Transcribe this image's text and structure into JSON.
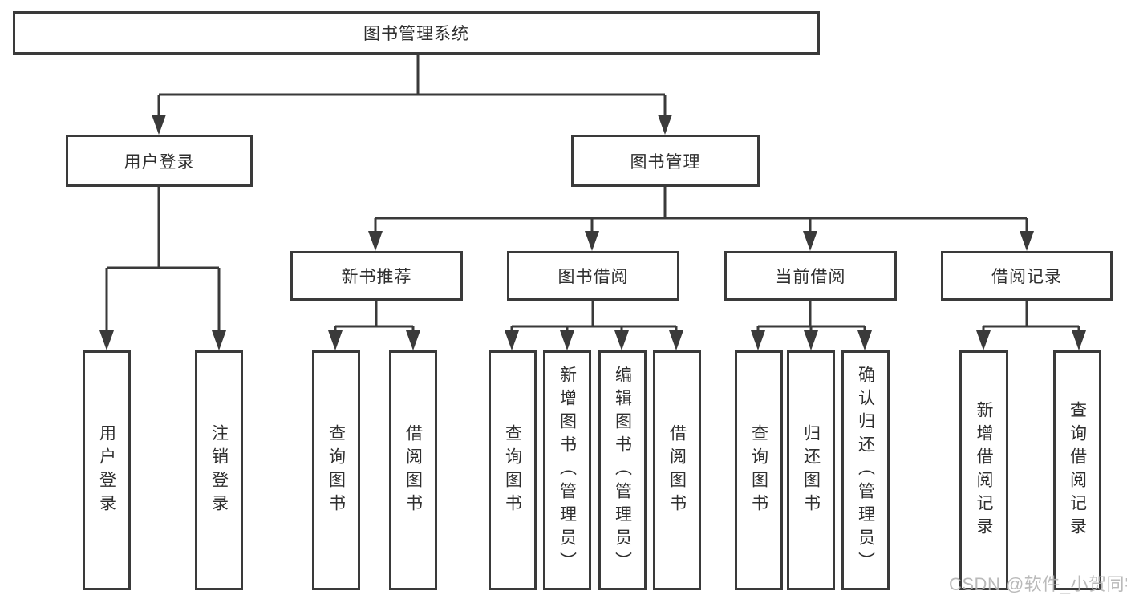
{
  "diagram": {
    "title": "图书管理系统",
    "root": {
      "label": "图书管理系统"
    },
    "level2": {
      "user_login": {
        "label": "用户登录"
      },
      "book_management": {
        "label": "图书管理"
      }
    },
    "level3": {
      "new_book_recommend": {
        "label": "新书推荐"
      },
      "book_borrow": {
        "label": "图书借阅"
      },
      "current_borrow": {
        "label": "当前借阅"
      },
      "borrow_records": {
        "label": "借阅记录"
      }
    },
    "leaves": {
      "user_login_leaf": {
        "label": "用户登录"
      },
      "logout": {
        "label": "注销登录"
      },
      "query_books_recommend": {
        "label": "查询图书"
      },
      "borrow_books_recommend": {
        "label": "借阅图书"
      },
      "query_books_borrow": {
        "label": "查询图书"
      },
      "add_books_admin": {
        "label": "新增图书（管理员）"
      },
      "edit_books_admin": {
        "label": "编辑图书（管理员）"
      },
      "borrow_books_borrow": {
        "label": "借阅图书"
      },
      "query_books_current": {
        "label": "查询图书"
      },
      "return_books": {
        "label": "归还图书"
      },
      "confirm_return_admin": {
        "label": "确认归还（管理员）"
      },
      "add_borrow_record": {
        "label": "新增借阅记录"
      },
      "query_borrow_record": {
        "label": "查询借阅记录"
      }
    },
    "watermark": "CSDN @软件_小贺同学",
    "colors": {
      "line": "#3a3a3a",
      "box_background": "#ffffff",
      "text": "#2f2f2f",
      "watermark": "#b2b2b2"
    }
  }
}
